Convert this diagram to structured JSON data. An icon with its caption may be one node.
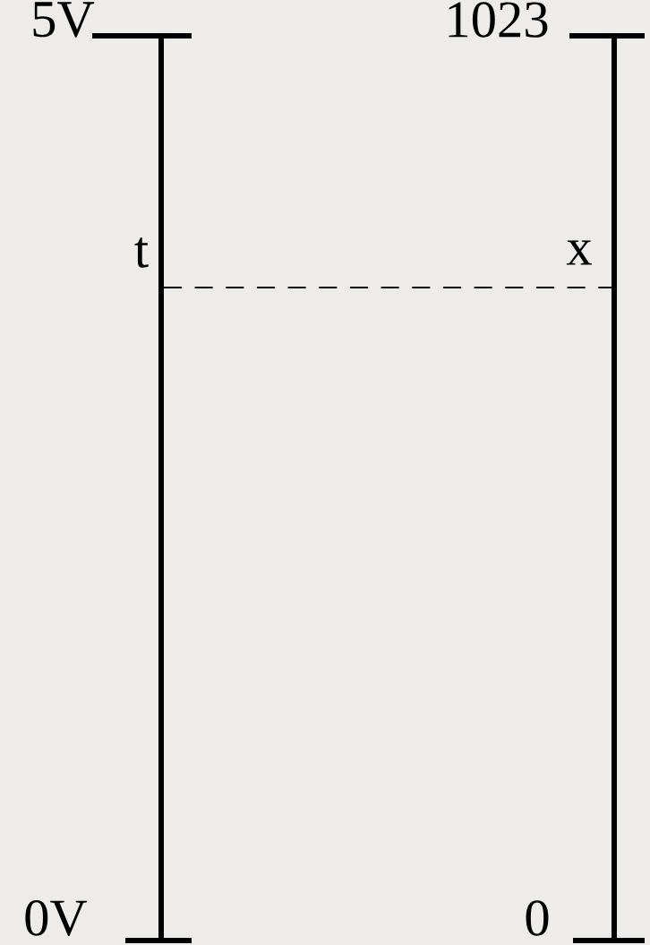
{
  "diagram": {
    "labels": [
      "5V",
      "1023",
      "t",
      "x",
      "0V",
      "0"
    ]
  }
}
